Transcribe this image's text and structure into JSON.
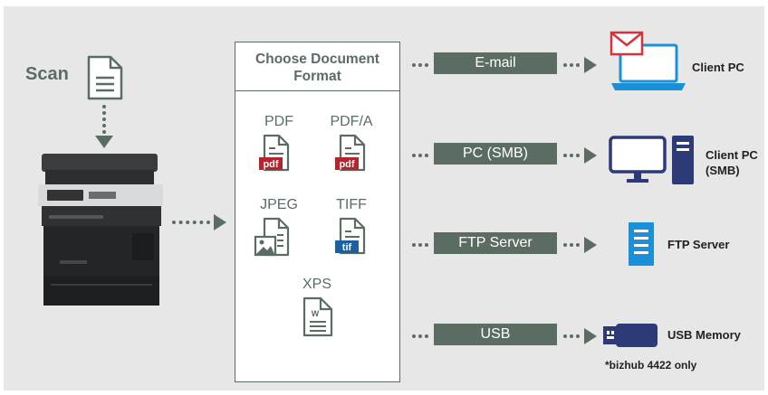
{
  "scan": {
    "label": "Scan"
  },
  "formats_box": {
    "title": "Choose Document Format",
    "formats": [
      {
        "name": "PDF",
        "badge": "pdf",
        "badge_color": "#b3242c"
      },
      {
        "name": "PDF/A",
        "badge": "pdf",
        "badge_color": "#b3242c"
      },
      {
        "name": "JPEG",
        "icon": "image-document-icon"
      },
      {
        "name": "TIFF",
        "badge": "tif",
        "badge_color": "#1d5fa0"
      },
      {
        "name": "XPS",
        "icon": "xps-document-icon",
        "badge": "W"
      }
    ]
  },
  "destinations": [
    {
      "route": "E-mail",
      "target": "Client PC",
      "icon": "laptop-email-icon"
    },
    {
      "route": "PC (SMB)",
      "target": "Client PC (SMB)",
      "icon": "desktop-pc-icon"
    },
    {
      "route": "FTP Server",
      "target": "FTP Server",
      "icon": "server-icon"
    },
    {
      "route": "USB",
      "target": "USB Memory",
      "icon": "usb-memory-icon"
    }
  ],
  "note": "*bizhub 4422 only",
  "colors": {
    "accent": "#5b6d63",
    "panel": "#e7e7e8",
    "device_blue": "#1b8fd8",
    "usb_navy": "#2c3a78"
  }
}
